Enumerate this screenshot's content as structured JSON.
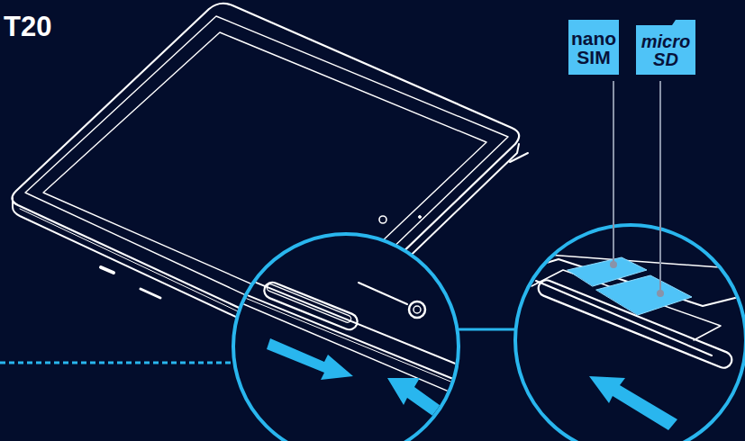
{
  "diagram": {
    "title": "T20",
    "nodes": [
      {
        "text": [
          "nano SIM"
        ]
      },
      {
        "text": [
          "micro SD"
        ]
      }
    ]
  }
}
